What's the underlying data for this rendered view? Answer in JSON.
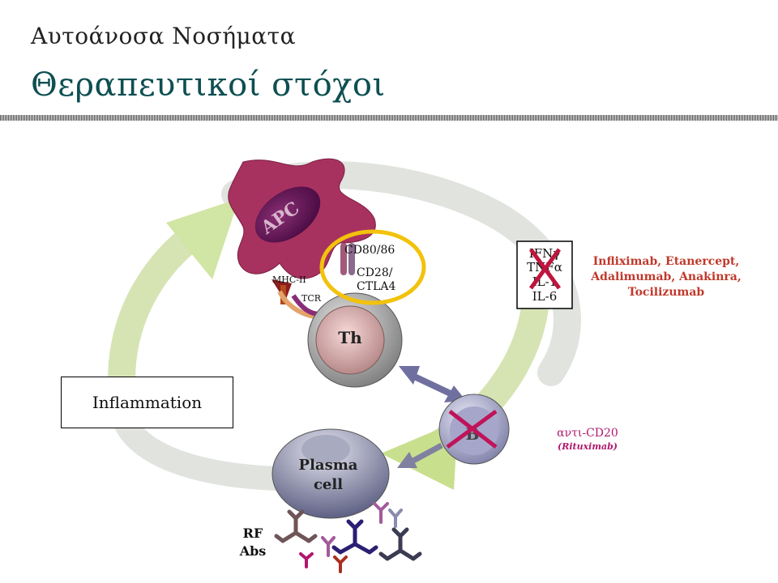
{
  "slide": {
    "title": "Αυτοάνοσα Νοσήματα",
    "subtitle": "Θεραπευτικοί στόχοι"
  },
  "diagram": {
    "apc": "APC",
    "cd80": "CD80/86",
    "cd28": "CD28/",
    "ctla4": "CTLA4",
    "mhc": "MHC-II",
    "tcr": "TCR",
    "th": "Th",
    "b": "B",
    "plasma_line1": "Plasma",
    "plasma_line2": "cell",
    "rf_line1": "RF",
    "rf_line2": "Abs",
    "inflammation": "Inflammation",
    "cytokines": [
      "IFNγ",
      "TNFα",
      "IL-1",
      "IL-6"
    ],
    "drugs_line1": "Infliximab, Etanercept,",
    "drugs_line2": "Adalimumab, Anakinra,",
    "drugs_line3": "Tocilizumab",
    "anti_cd20": "αντι-CD20",
    "rituximab": "(Rituximab)"
  },
  "colors": {
    "subtitle": "#0e4f52",
    "apc": "#a8325f",
    "drug_text": "#c0392b",
    "anti_cd20_text": "#b0186e",
    "x_mark": "#c0143c",
    "highlight_ring": "#f2c20c",
    "cycle_arrow": "#c8dc90"
  }
}
